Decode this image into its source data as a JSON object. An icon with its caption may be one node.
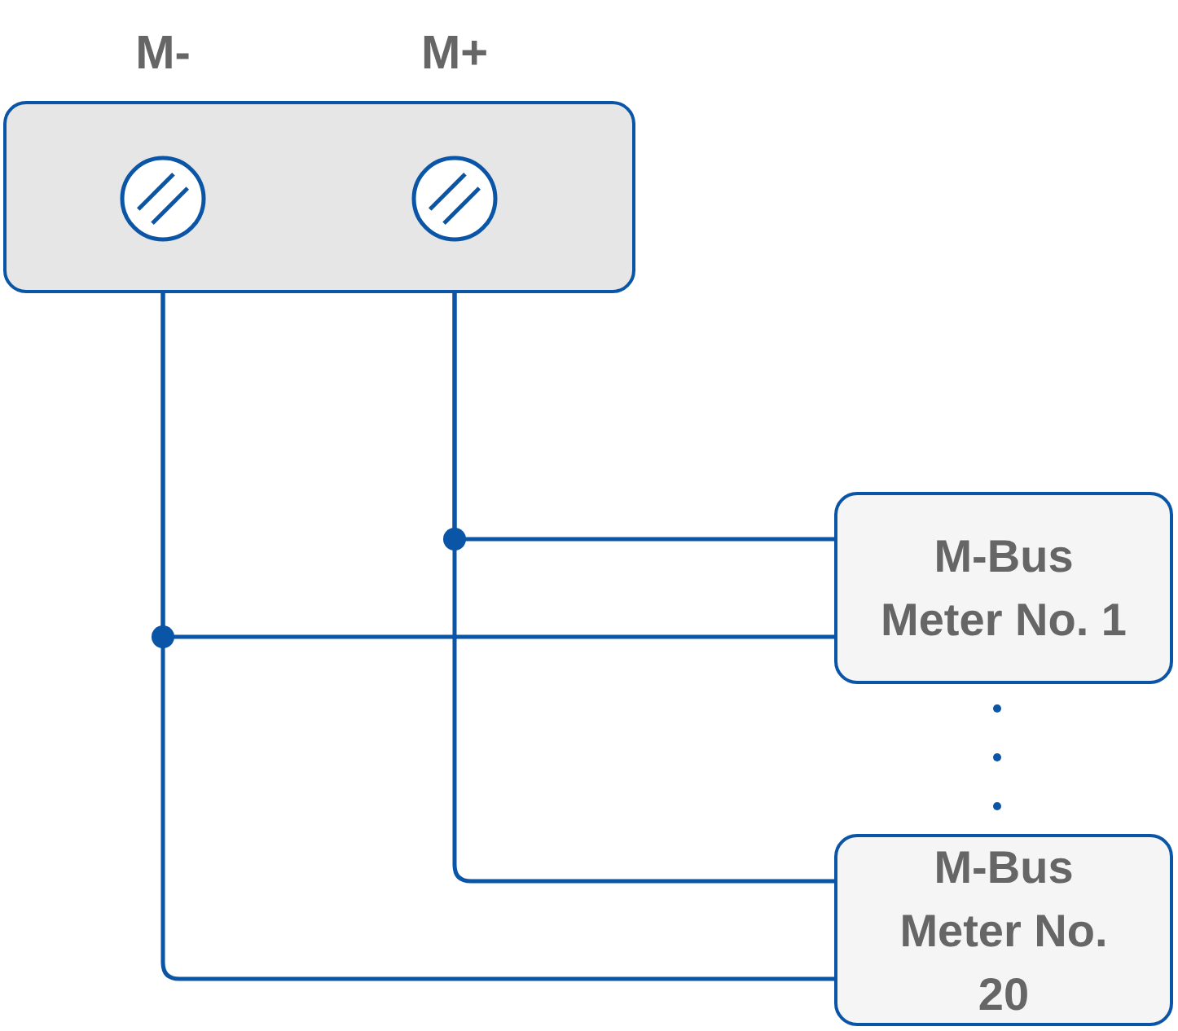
{
  "diagram": {
    "nodes": [
      {
        "text": [],
        "shape": "box"
      },
      {
        "text": [],
        "shape": "circle",
        "in": 0,
        "beside": [
          "M-"
        ]
      },
      {
        "text": [],
        "shape": "circle",
        "in": 0,
        "beside": [
          "M+"
        ]
      },
      {
        "text": [
          "M-Bus Meter No. 1"
        ]
      },
      {
        "text": [
          "M-Bus Meter No. 20"
        ]
      }
    ],
    "edges": [
      {
        "from": 1,
        "to": 3,
        "arrow": "none"
      },
      {
        "from": 1,
        "to": 4,
        "arrow": "none"
      },
      {
        "from": 2,
        "to": 3,
        "arrow": "none"
      },
      {
        "from": 2,
        "to": 4,
        "arrow": "none"
      }
    ]
  }
}
